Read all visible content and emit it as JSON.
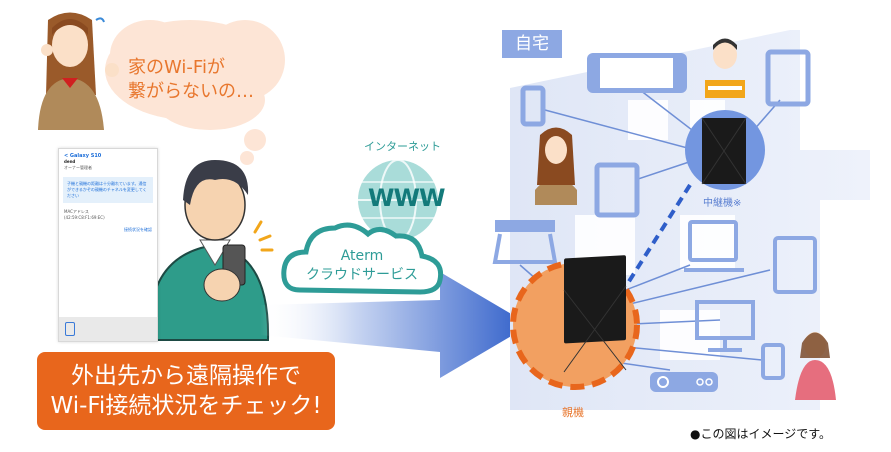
{
  "thought_bubble": {
    "line1": "家のWi-Fiが",
    "line2": "繋がらないの…"
  },
  "phone_screen": {
    "back_label": "< Galaxy S10",
    "title": "dend",
    "subtitle": "オーナー管理者",
    "note": "子機と親機の距離は十分離れています。通信ができるかぞの親機のチャネルを変更してください",
    "mac_label": "MACアドレス",
    "mac_value": "(42:59:C8:F1:69:EC)",
    "link_label": "接続状況を確認"
  },
  "banner": {
    "line1": "外出先から遠隔操作で",
    "line2": "Wi-Fi接続状況をチェック!",
    "color": "#e8661c"
  },
  "internet": {
    "label": "インターネット",
    "globe_text": "WWW",
    "cloud_line1": "Aterm",
    "cloud_line2": "クラウドサービス"
  },
  "home": {
    "tag": "自宅",
    "main_router_label": "親機",
    "repeater_label": "中継機※",
    "devices": [
      {
        "name": "game-console"
      },
      {
        "name": "smartphone"
      },
      {
        "name": "tablet"
      },
      {
        "name": "tablet"
      },
      {
        "name": "printer"
      },
      {
        "name": "laptop"
      },
      {
        "name": "tablet"
      },
      {
        "name": "desktop-monitor"
      },
      {
        "name": "smartphone"
      },
      {
        "name": "set-top-box"
      }
    ]
  },
  "caption": "●この図はイメージです。",
  "colors": {
    "orange": "#e8772e",
    "teal": "#2e9c97",
    "home_blue": "#8da8e3",
    "arrow_blue": "#2f5ec9"
  }
}
